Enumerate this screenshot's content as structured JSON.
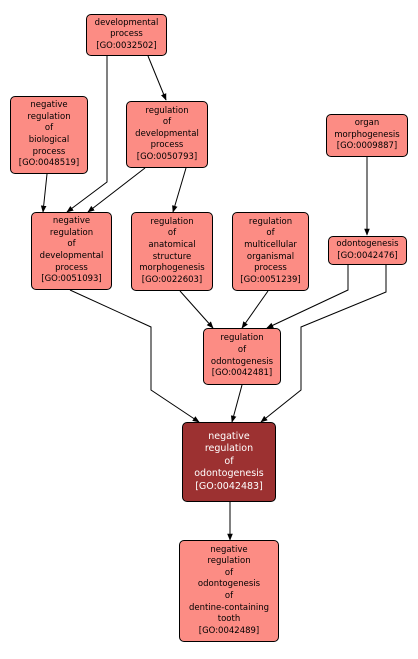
{
  "colors": {
    "node_fill": "#fc8c84",
    "focus_fill": "#9c3131",
    "border": "#000000",
    "focus_text": "#ffffff"
  },
  "nodes": {
    "n1": {
      "lines": [
        "developmental",
        "process",
        "[GO:0032502]"
      ]
    },
    "n2": {
      "lines": [
        "negative",
        "regulation",
        "of",
        "biological",
        "process",
        "[GO:0048519]"
      ]
    },
    "n3": {
      "lines": [
        "regulation",
        "of",
        "developmental",
        "process",
        "[GO:0050793]"
      ]
    },
    "n4": {
      "lines": [
        "organ",
        "morphogenesis",
        "[GO:0009887]"
      ]
    },
    "n5": {
      "lines": [
        "negative",
        "regulation",
        "of",
        "developmental",
        "process",
        "[GO:0051093]"
      ]
    },
    "n6": {
      "lines": [
        "regulation",
        "of",
        "anatomical",
        "structure",
        "morphogenesis",
        "[GO:0022603]"
      ]
    },
    "n7": {
      "lines": [
        "regulation",
        "of",
        "multicellular",
        "organismal",
        "process",
        "[GO:0051239]"
      ]
    },
    "n8": {
      "lines": [
        "odontogenesis",
        "[GO:0042476]"
      ]
    },
    "n9": {
      "lines": [
        "regulation",
        "of",
        "odontogenesis",
        "[GO:0042481]"
      ]
    },
    "n10": {
      "lines": [
        "negative",
        "regulation",
        "of",
        "odontogenesis",
        "[GO:0042483]"
      ]
    },
    "n11": {
      "lines": [
        "negative",
        "regulation",
        "of",
        "odontogenesis",
        "of",
        "dentine-containing",
        "tooth",
        "[GO:0042489]"
      ]
    }
  }
}
